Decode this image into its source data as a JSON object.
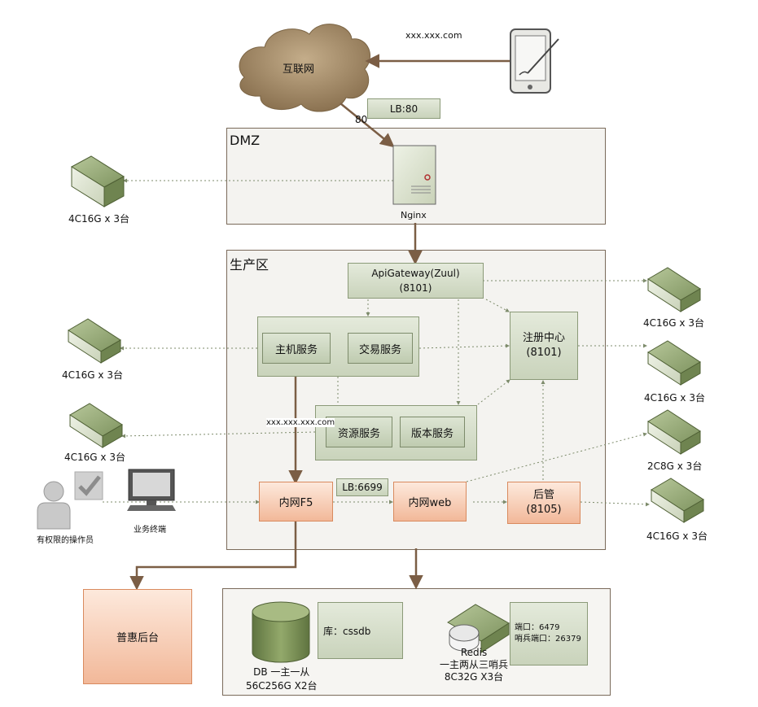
{
  "top": {
    "internet": "互联网",
    "domain": "xxx.xxx.com",
    "lb80": "LB:80",
    "port80": "80"
  },
  "dmz": {
    "label": "DMZ",
    "nginx": "Nginx"
  },
  "prod": {
    "label": "生产区",
    "gateway": "ApiGateway(Zuul)\n(8101)",
    "host_service": "主机服务",
    "trade_service": "交易服务",
    "registry": "注册中心\n(8101)",
    "resource_service": "资源服务",
    "version_service": "版本服务",
    "host_addr": "xxx.xxx.xxx.com",
    "intranet_f5": "内网F5",
    "lb6699": "LB:6699",
    "intranet_web": "内网web",
    "backend": "后管\n(8105)"
  },
  "servers": {
    "nginx_spec": "4C16G x 3台",
    "host_spec": "4C16G  x 3台",
    "resource_spec": "4C16G x 3台",
    "gateway_spec": "4C16G  x 3台",
    "registry_spec": "4C16G x 3台",
    "web_spec": "2C8G x 3台",
    "backend_spec": "4C16G x 3台"
  },
  "operator": {
    "label": "有权限的操作员",
    "terminal": "业务终端"
  },
  "bottom": {
    "puhui": "普惠后台",
    "db_label": "DB 一主一从\n56C256G X2台",
    "db_info": "库：cssdb",
    "redis_label": "Redis\n一主两从三哨兵\n8C32G X3台",
    "redis_info": "端口：6479\n哨兵端口：26379"
  }
}
